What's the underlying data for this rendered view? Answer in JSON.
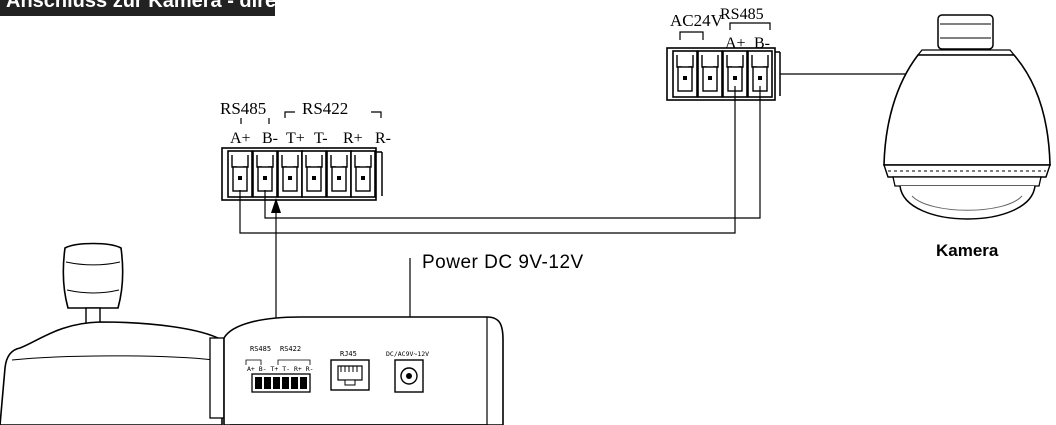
{
  "title": "Anschluss zur Kamera - direkt",
  "controller_block": {
    "group_rs485": "RS485",
    "group_rs422": "RS422",
    "pins": [
      "A+",
      "B-",
      "T+",
      "T-",
      "R+",
      "R-"
    ]
  },
  "camera_block": {
    "group_ac": "AC24V",
    "group_rs485": "RS485",
    "pins": [
      "A+",
      "B-"
    ]
  },
  "power_label": "Power DC 9V-12V",
  "camera_label": "Kamera",
  "keyboard_panel": {
    "rs485": "RS485",
    "rs422": "RS422",
    "pins": "A+ B- T+ T- R+ R-",
    "rj45": "RJ45",
    "dc": "DC/AC9V~12V"
  }
}
